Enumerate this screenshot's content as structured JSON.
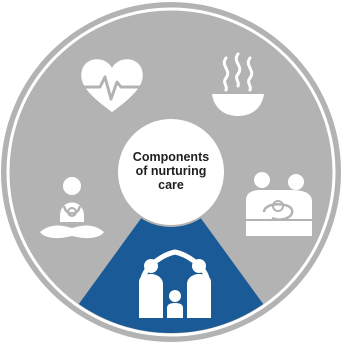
{
  "center": {
    "lines": [
      "Components",
      "of nurturing",
      "care"
    ]
  },
  "segments": [
    {
      "icon": "heart-pulse-icon",
      "color": "#b3b3b3",
      "active": false
    },
    {
      "icon": "steaming-bowl-icon",
      "color": "#b3b3b3",
      "active": false
    },
    {
      "icon": "parent-holding-baby-icon",
      "color": "#b3b3b3",
      "active": false
    },
    {
      "icon": "family-shelter-icon",
      "color": "#1a5a96",
      "active": true
    },
    {
      "icon": "child-playing-icon",
      "color": "#b3b3b3",
      "active": false
    }
  ],
  "colors": {
    "segment_default": "#b3b3b3",
    "segment_active": "#1a5a96",
    "icon": "#ffffff",
    "separator": "#ffffff"
  }
}
